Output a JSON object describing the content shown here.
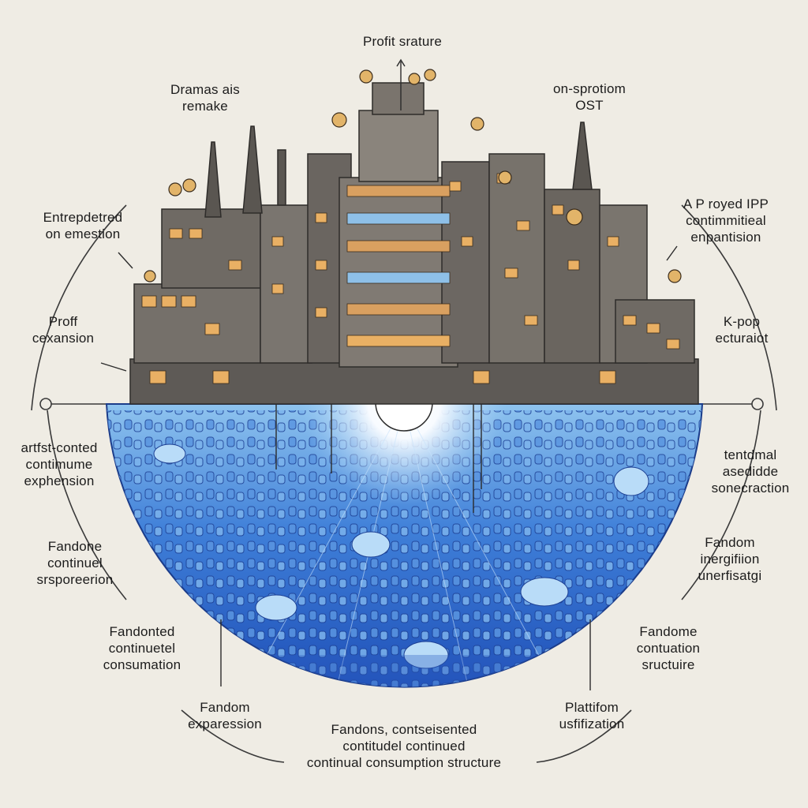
{
  "labels": {
    "top": [
      "Profit srature"
    ],
    "top_left": [
      "Dramas ais",
      "remake"
    ],
    "top_right": [
      "on-sprotiom",
      "OST"
    ],
    "left_1": [
      "Entrepdetred",
      "on emestion"
    ],
    "right_1": [
      "A P royed IPP",
      "contimmitieal",
      "enpantision"
    ],
    "left_2": [
      "Proff",
      "cexansion"
    ],
    "right_2": [
      "K-pop",
      "ecturaiot"
    ],
    "left_3": [
      "artfst-conted",
      "contimume",
      "exphension"
    ],
    "right_3": [
      "tentdmal",
      "asedidde",
      "sonecraction"
    ],
    "left_4": [
      "Fandone",
      "continuel",
      "srsporeerion"
    ],
    "right_4": [
      "Fandom",
      "inergifiion",
      "unerfisatgi"
    ],
    "left_5": [
      "Fandonted",
      "continuetel",
      "consumation"
    ],
    "right_5": [
      "Fandome",
      "contuation",
      "sructuire"
    ],
    "bottom_left": [
      "Fandom",
      "exparession"
    ],
    "bottom_right": [
      "Plattifom",
      "usfifization"
    ],
    "bottom_center": [
      "Fandons, contseisented",
      "contitudel continued",
      "continual consumption structure"
    ]
  },
  "colors": {
    "background": "#efece4",
    "bowl_light": "#8fc4ef",
    "bowl_dark": "#1f50b8",
    "building": "#6f6a64",
    "window_glow": "#e9b064",
    "line": "#3a3a3a"
  }
}
